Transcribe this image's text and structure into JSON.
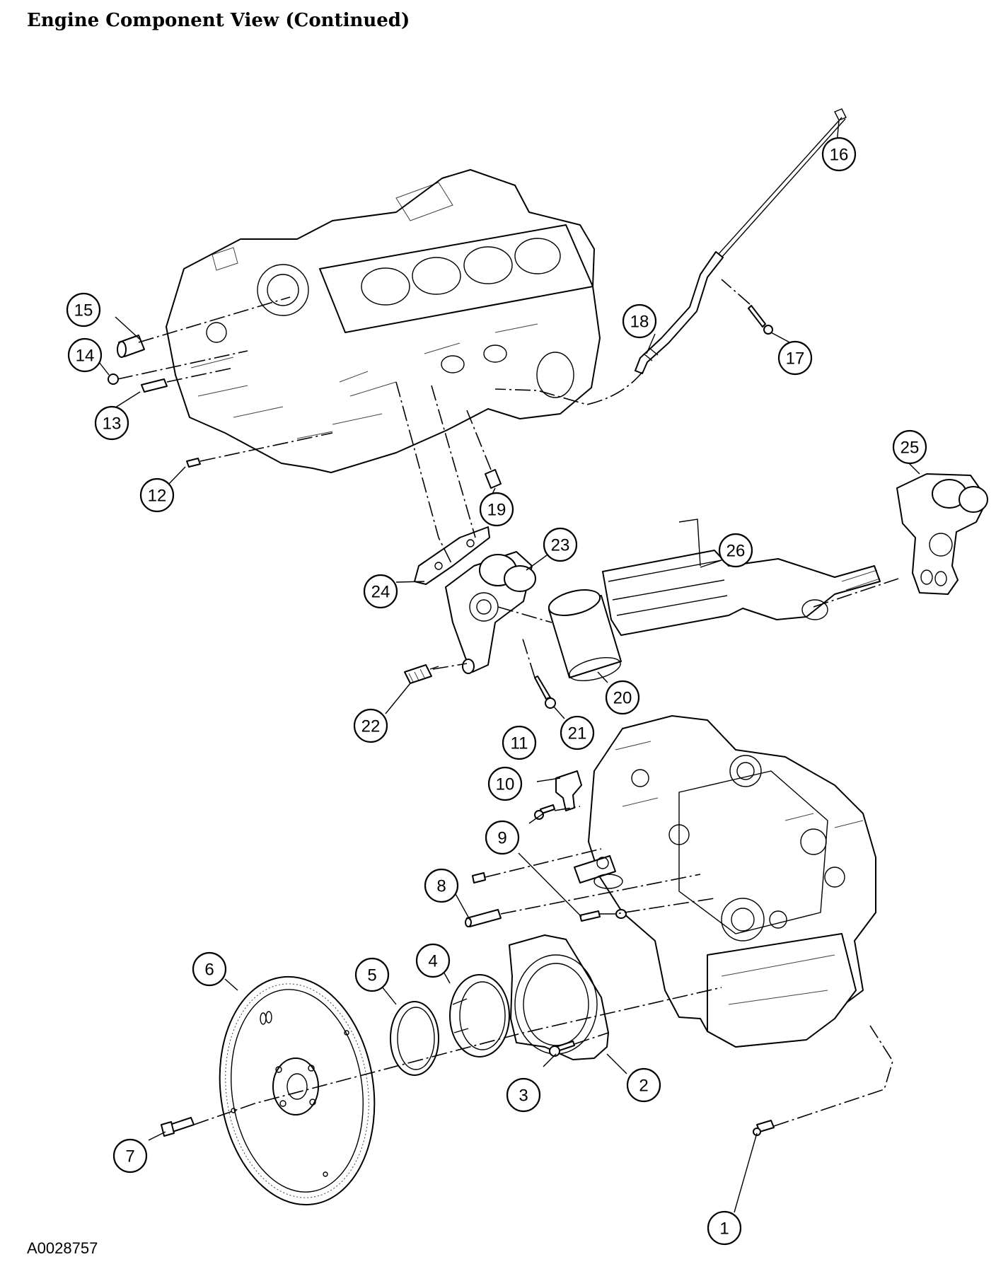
{
  "title": "Engine Component View (Continued)",
  "figure_id": "A0028757",
  "callouts": [
    "1",
    "2",
    "3",
    "4",
    "5",
    "6",
    "7",
    "8",
    "9",
    "10",
    "11",
    "12",
    "13",
    "14",
    "15",
    "16",
    "17",
    "18",
    "19",
    "20",
    "21",
    "22",
    "23",
    "24",
    "25",
    "26"
  ]
}
